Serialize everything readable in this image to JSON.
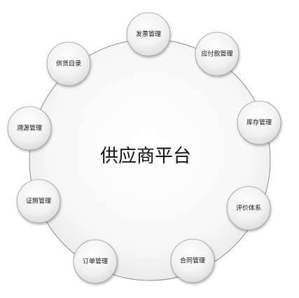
{
  "center": {
    "label": "供应商平台"
  },
  "nodes": [
    {
      "id": "invoice",
      "label": "发票管理"
    },
    {
      "id": "payable",
      "label": "应付款管理"
    },
    {
      "id": "inventory",
      "label": "库存管理"
    },
    {
      "id": "evaluation",
      "label": "评价体系"
    },
    {
      "id": "contract",
      "label": "合同管理"
    },
    {
      "id": "order",
      "label": "订单管理"
    },
    {
      "id": "certificate",
      "label": "证照管理"
    },
    {
      "id": "traceability",
      "label": "溯源管理"
    },
    {
      "id": "catalog",
      "label": "供货目录"
    }
  ]
}
